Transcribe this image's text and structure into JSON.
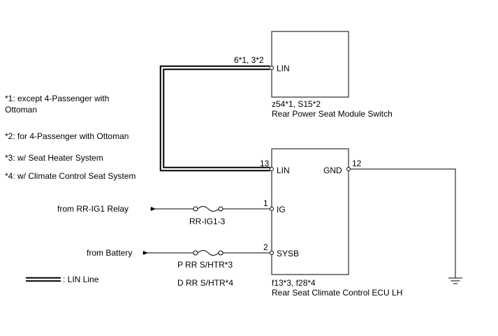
{
  "notes": [
    "*1: except 4-Passenger with",
    "Ottoman",
    "*2: for 4-Passenger with Ottoman",
    "*3: w/ Seat Heater System",
    "*4: w/ Climate Control Seat System"
  ],
  "legend": {
    "label": ": LIN Line"
  },
  "seat_switch": {
    "connector": "z54*1, S15*2",
    "name": "Rear Power Seat Module Switch",
    "pin_number": "6*1, 3*2",
    "pin_label": "LIN"
  },
  "ecu": {
    "connector": "f13*3, f28*4",
    "name": "Rear Seat Climate Control ECU LH",
    "pins": {
      "lin": {
        "number": "13",
        "label": "LIN"
      },
      "ig": {
        "number": "1",
        "label": "IG"
      },
      "sysb": {
        "number": "2",
        "label": "SYSB"
      },
      "gnd": {
        "number": "12",
        "label": "GND"
      }
    }
  },
  "sources": {
    "relay": "from RR-IG1 Relay",
    "battery": "from Battery"
  },
  "fuses": {
    "ig": "RR-IG1-3",
    "sysb_p": "P RR S/HTR*3",
    "sysb_d": "D RR S/HTR*4"
  }
}
